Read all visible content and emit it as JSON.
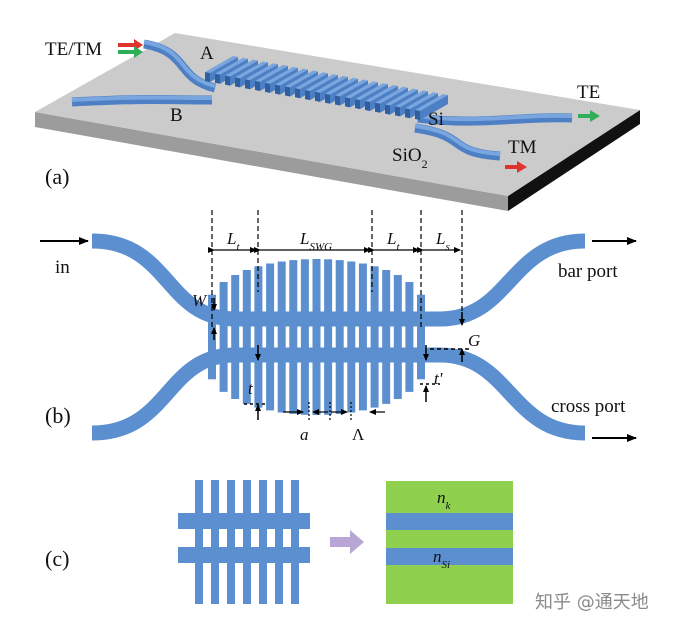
{
  "panel_a": {
    "panel_label": "(a)",
    "input_label": "TE/TM",
    "arm_a": "A",
    "arm_b": "B",
    "si_label": "Si",
    "sio2_label": "SiO",
    "sio2_sub": "2",
    "te_label": "TE",
    "tm_label": "TM",
    "colors": {
      "waveguide": "#5b8fd0",
      "substrate_top": "#c8c8c8",
      "substrate_front": "#9a9a9a",
      "substrate_side": "#111111",
      "red_arrow": "#e0332b",
      "green_arrow": "#2fae5a"
    }
  },
  "panel_b": {
    "panel_label": "(b)",
    "in_label": "in",
    "bar_port": "bar port",
    "cross_port": "cross port",
    "dim_lt": "L",
    "dim_lt_sub": "t",
    "dim_lswg": "L",
    "dim_lswg_sub": "SWG",
    "dim_ls": "L",
    "dim_ls_sub": "s",
    "w_label": "W",
    "g_label": "G",
    "t_label": "t",
    "tp_label": "t'",
    "a_label": "a",
    "lambda_label": "Λ",
    "colors": {
      "waveguide": "#5b8fd0"
    }
  },
  "panel_c": {
    "panel_label": "(c)",
    "nk_label": "n",
    "nk_sub": "k",
    "nsi_label": "n",
    "nsi_sub": "Si",
    "colors": {
      "green": "#8fd14f",
      "blue": "#5b8fd0",
      "arrow": "#b9a6d6"
    }
  },
  "watermark": "知乎 @通天地"
}
